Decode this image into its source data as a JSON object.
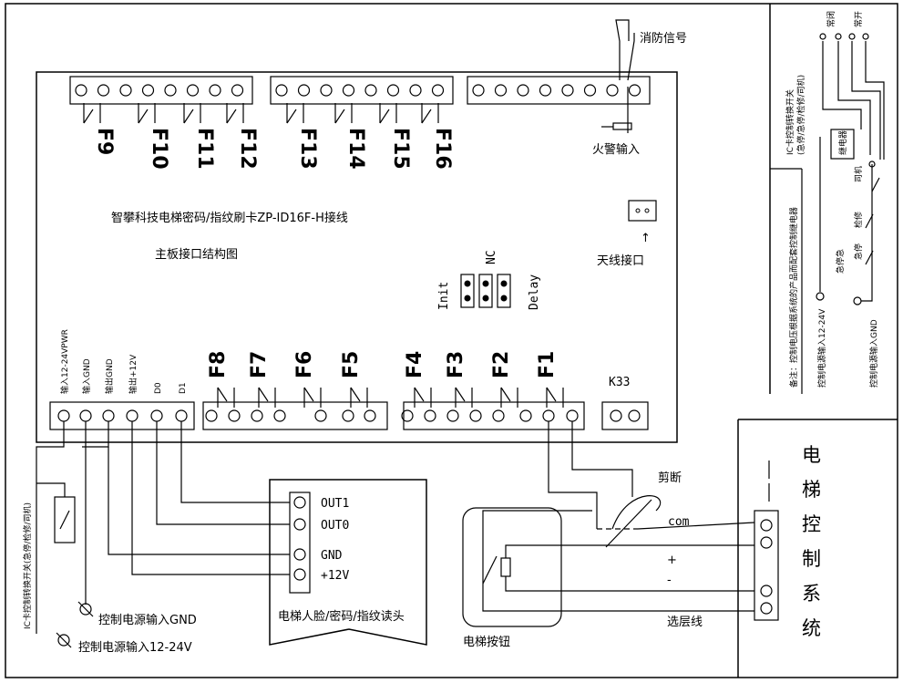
{
  "title": "智攀科技电梯密码/指纹刷卡ZP-ID16F-H接线",
  "subtitle": "主板接口结构图",
  "top_relays": [
    "F9",
    "F10",
    "F11",
    "F12",
    "F13",
    "F14",
    "F15",
    "F16"
  ],
  "bottom_relays": [
    "F8",
    "F7",
    "F6",
    "F5",
    "F4",
    "F3",
    "F2",
    "F1"
  ],
  "fire_signal": "消防信号",
  "fire_input": "火警输入",
  "antenna": "天线接口",
  "jumpers": {
    "init": "Init",
    "nc": "NC",
    "delay": "Delay"
  },
  "k33": "K33",
  "power_terminals": [
    "输入12-24VPWR",
    "输入GND",
    "输出GND",
    "输出+12V",
    "D0",
    "D1"
  ],
  "reader": {
    "pins": [
      "OUT1",
      "OUT0",
      "GND",
      "+12V"
    ],
    "name": "电梯人脸/密码/指纹读头"
  },
  "cut_label": "剪断",
  "com_label": "com",
  "plus": "+",
  "minus": "-",
  "floor_line": "选层线",
  "elevator_button": "电梯按钮",
  "elevator_control": [
    "电",
    "梯",
    "控",
    "制",
    "系",
    "统"
  ],
  "left_switch_label": "IC卡控制转换开关(急停/检修/司机)",
  "gnd_in": "控制电源输入GND",
  "v_in": "控制电源输入12-24V",
  "right_panel": {
    "switch_title": "IC卡控制转换开关",
    "switch_sub": "(急停/急停/检修/司机)",
    "relay_label": "继电器",
    "note": "备注：控制电压根据系统的产品而配套控制继电器",
    "v_in": "控制电源输入12-24V",
    "gnd_in": "控制电源输入GND",
    "labels": [
      "常闭",
      "常开",
      "司机",
      "检修",
      "急停",
      "急停急"
    ]
  }
}
